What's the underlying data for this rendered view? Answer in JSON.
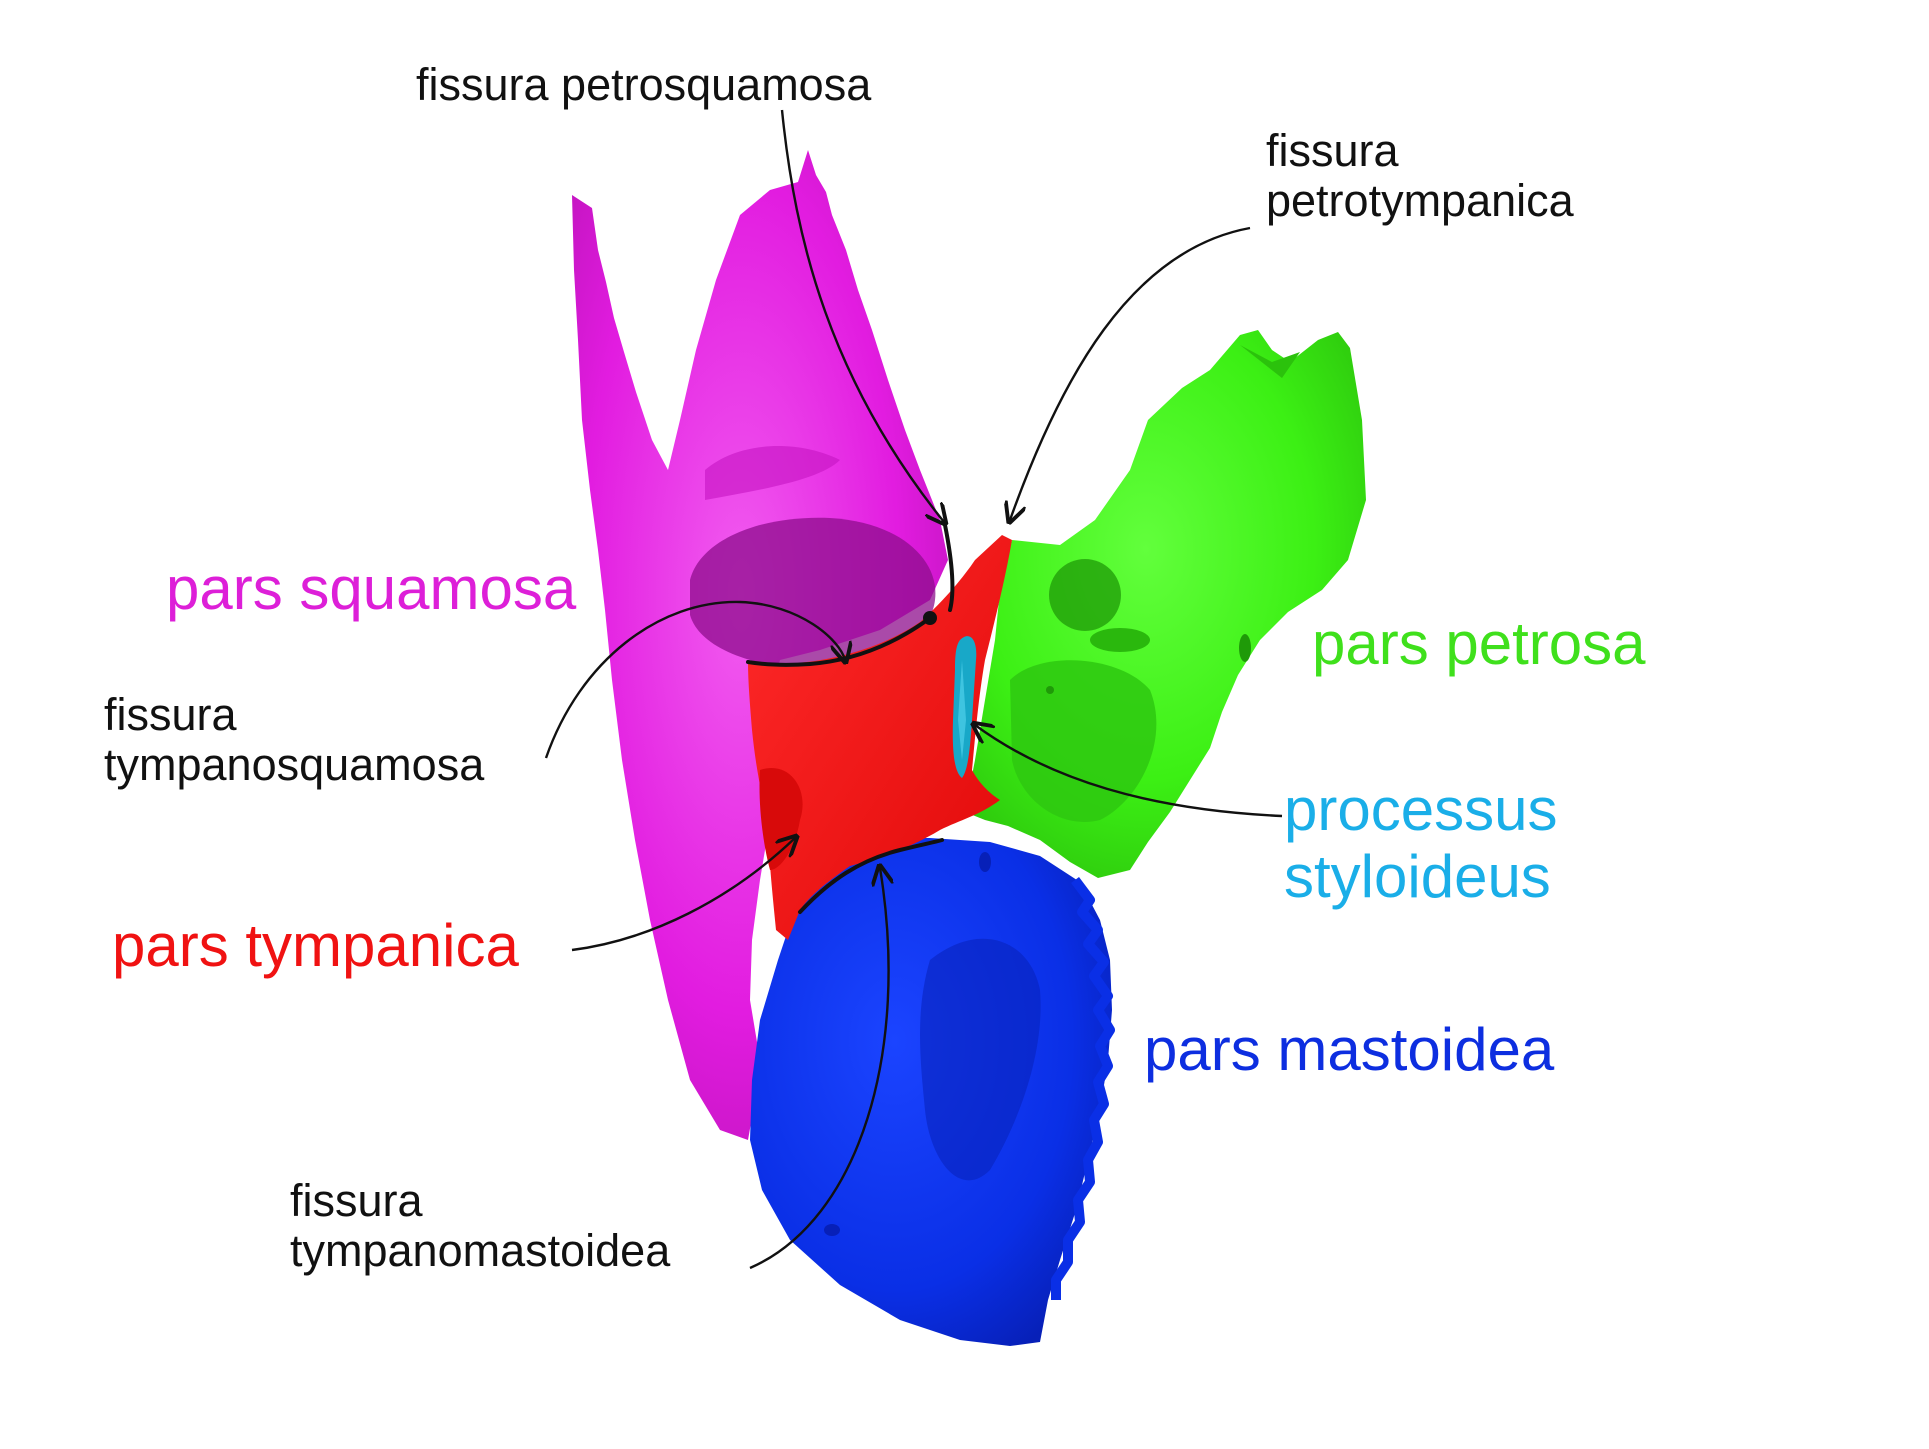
{
  "colors": {
    "squamosa": "#e21ce0",
    "squamosa_dark": "#8e0e8c",
    "petrosa": "#3cf014",
    "petrosa_dark": "#1f9a08",
    "tympanica": "#fb0f0f",
    "mastoidea": "#0a2fe6",
    "styloideus": "#18a8c8",
    "label_squamosa": "#dd1fd8",
    "label_petrosa": "#3fe01c",
    "label_tympanica": "#f01212",
    "label_mastoidea": "#0d2ee0",
    "label_styloideus": "#1aaee8",
    "fissure_label": "#111111"
  },
  "labels": {
    "fissura_petrosquamosa": "fissura petrosquamosa",
    "fissura_petrotympanica": [
      "fissura",
      "petrotympanica"
    ],
    "fissura_tympanosquamosa": [
      "fissura",
      "tympanosquamosa"
    ],
    "fissura_tympanomastoidea": [
      "fissura",
      "tympanomastoidea"
    ],
    "pars_squamosa": "pars squamosa",
    "pars_petrosa": "pars petrosa",
    "pars_tympanica": "pars tympanica",
    "pars_mastoidea": "pars mastoidea",
    "processus_styloideus": [
      "processus",
      "styloideus"
    ]
  }
}
